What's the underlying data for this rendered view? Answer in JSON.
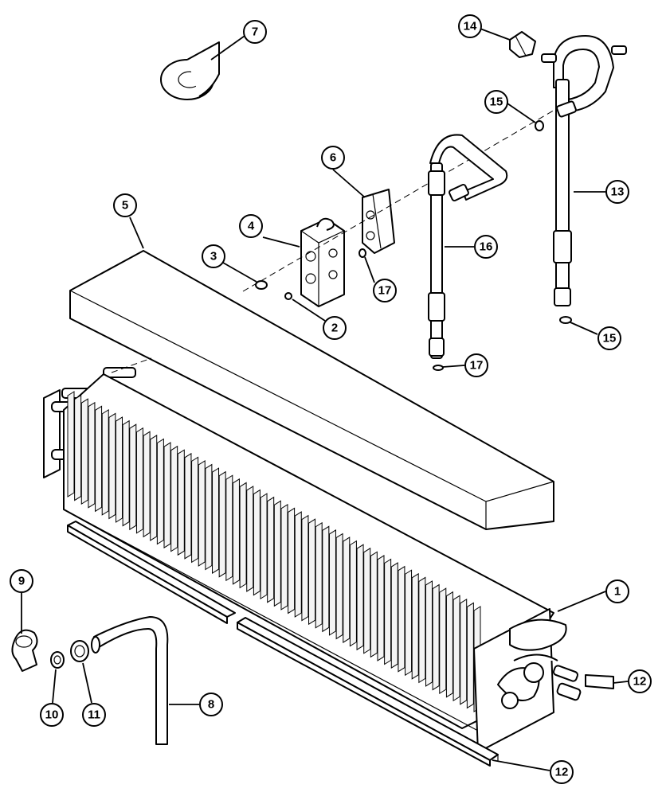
{
  "callouts": [
    {
      "id": "callout-1",
      "label": "1"
    },
    {
      "id": "callout-2",
      "label": "2"
    },
    {
      "id": "callout-3",
      "label": "3"
    },
    {
      "id": "callout-4",
      "label": "4"
    },
    {
      "id": "callout-5",
      "label": "5"
    },
    {
      "id": "callout-6",
      "label": "6"
    },
    {
      "id": "callout-7",
      "label": "7"
    },
    {
      "id": "callout-8",
      "label": "8"
    },
    {
      "id": "callout-9",
      "label": "9"
    },
    {
      "id": "callout-10",
      "label": "10"
    },
    {
      "id": "callout-11",
      "label": "11"
    },
    {
      "id": "callout-12a",
      "label": "12"
    },
    {
      "id": "callout-12b",
      "label": "12"
    },
    {
      "id": "callout-13",
      "label": "13"
    },
    {
      "id": "callout-14",
      "label": "14"
    },
    {
      "id": "callout-15a",
      "label": "15"
    },
    {
      "id": "callout-15b",
      "label": "15"
    },
    {
      "id": "callout-16",
      "label": "16"
    },
    {
      "id": "callout-17a",
      "label": "17"
    },
    {
      "id": "callout-17b",
      "label": "17"
    }
  ],
  "colors": {
    "line": "#000000",
    "background": "#ffffff"
  }
}
